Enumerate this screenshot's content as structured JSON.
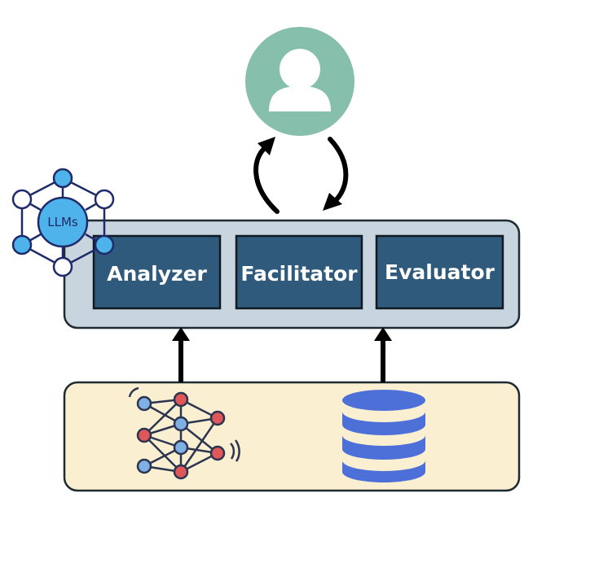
{
  "modules": [
    {
      "id": "analyzer",
      "label": "Analyzer"
    },
    {
      "id": "facilitator",
      "label": "Facilitator"
    },
    {
      "id": "evaluator",
      "label": "Evaluator"
    }
  ],
  "llm_badge": {
    "label": "LLMs"
  },
  "icons": {
    "user": "user-icon",
    "llm": "llm-network-icon",
    "neural_network": "neural-network-icon",
    "database": "database-icon"
  },
  "colors": {
    "module_fill": "#2f5a7c",
    "agent_panel": "#c8d5de",
    "data_panel": "#fbefd1",
    "user_circle": "#86c0ad",
    "database": "#4c6fd8",
    "llm_node": "#4eb3ea",
    "nn_red": "#e0575a",
    "nn_blue": "#7fb0e4"
  }
}
